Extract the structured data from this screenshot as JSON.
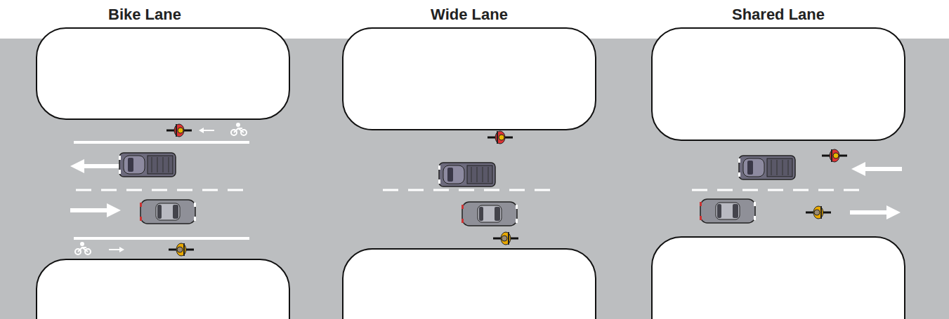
{
  "diagram": {
    "labels": [
      "Bike Lane",
      "Wide Lane",
      "Shared Lane"
    ]
  }
}
